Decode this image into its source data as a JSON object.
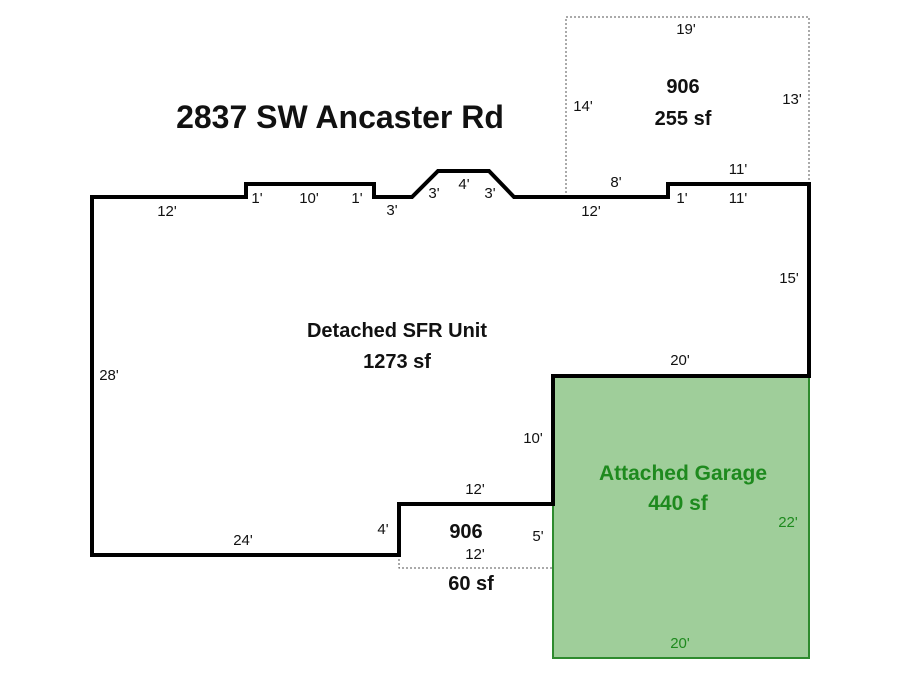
{
  "title": "2837 SW Ancaster Rd",
  "colors": {
    "outline": "#000000",
    "garage_fill": "#9fce9a",
    "garage_stroke": "#2e8b2e",
    "garage_text": "#1e8a1e"
  },
  "areas": {
    "main": {
      "name": "Detached SFR Unit",
      "area": "1273 sf"
    },
    "garage": {
      "name": "Attached Garage",
      "area": "440 sf"
    },
    "upper_addition": {
      "code": "906",
      "area": "255 sf"
    },
    "lower_addition": {
      "code": "906",
      "area": "60 sf"
    }
  },
  "dims": {
    "main_top": [
      "12'",
      "1'",
      "10'",
      "1'",
      "3'",
      "3'",
      "4'",
      "3'",
      "12'",
      "1'",
      "11'"
    ],
    "main_right": "15'",
    "main_left": "28'",
    "main_bottom": "24'",
    "notch_left": "4'",
    "notch_top": "12'",
    "garage_left_above": "10'",
    "garage_top": "20'",
    "garage_right": "22'",
    "garage_bottom": "20'",
    "upper_top": "19'",
    "upper_left": "14'",
    "upper_right": "13'",
    "upper_bottom_left": "8'",
    "upper_bottom_right": "11'",
    "lower_right": "5'",
    "lower_bottom": "12'"
  }
}
